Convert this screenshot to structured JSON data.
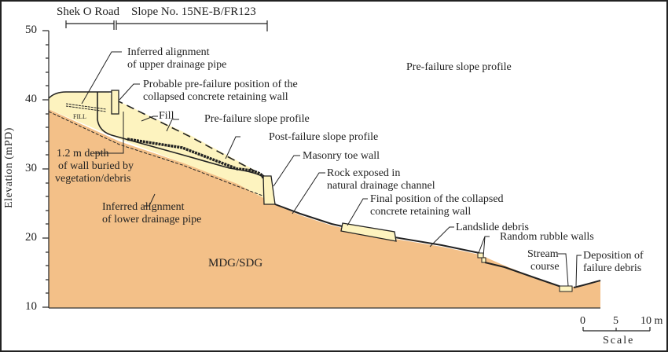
{
  "header": {
    "road": "Shek O Road",
    "slope": "Slope No. 15NE-B/FR123"
  },
  "axis": {
    "ylabel": "Elevation (mPD)",
    "ticks": [
      "50",
      "40",
      "30",
      "20",
      "10"
    ]
  },
  "labels": {
    "upper_pipe_1": "Inferred alignment",
    "upper_pipe_2": "of upper drainage pipe",
    "probable_1": "Probable pre-failure position of the",
    "probable_2": "collapsed concrete retaining wall",
    "fill": "Fill",
    "fill_small": "FILL",
    "pre_failure": "Pre-failure slope profile",
    "pre_failure_title": "Pre-failure slope profile",
    "post_failure": "Post-failure slope profile",
    "depth_1": "1.2 m depth",
    "depth_2": "of wall buried by",
    "depth_3": "vegetation/debris",
    "masonry": "Masonry toe wall",
    "rock_1": "Rock exposed in",
    "rock_2": "natural drainage channel",
    "lower_pipe_1": "Inferred alignment",
    "lower_pipe_2": "of lower drainage pipe",
    "final_1": "Final position of the collapsed",
    "final_2": "concrete retaining wall",
    "debris": "Landslide debris",
    "rubble": "Random rubble walls",
    "stream_1": "Stream",
    "stream_2": "course",
    "deposition_1": "Deposition of",
    "deposition_2": "failure debris",
    "geology": "MDG/SDG"
  },
  "scale": {
    "ticks": [
      "0",
      "5",
      "10 m"
    ],
    "label": "Scale"
  },
  "colors": {
    "ground": "#f3c088",
    "fill": "#fdf3bf",
    "line": "#222222"
  }
}
